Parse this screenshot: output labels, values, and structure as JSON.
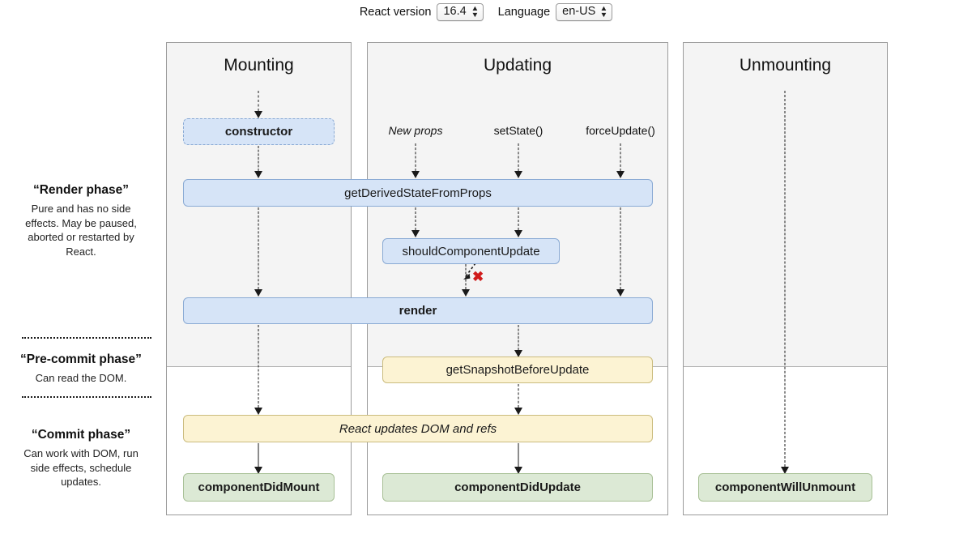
{
  "controls": {
    "version_label": "React version",
    "version_value": "16.4",
    "language_label": "Language",
    "language_value": "en-US"
  },
  "phases": [
    {
      "title": "“Render phase”",
      "desc": "Pure and has no side effects. May be paused, aborted or restarted by React."
    },
    {
      "title": "“Pre-commit phase”",
      "desc": "Can read the DOM."
    },
    {
      "title": "“Commit phase”",
      "desc": "Can work with DOM, run side effects, schedule updates."
    }
  ],
  "columns": [
    {
      "title": "Mounting"
    },
    {
      "title": "Updating"
    },
    {
      "title": "Unmounting"
    }
  ],
  "triggers": [
    {
      "label": "New props"
    },
    {
      "label": "setState()"
    },
    {
      "label": "forceUpdate()"
    }
  ],
  "nodes": {
    "constructor": "constructor",
    "get_derived_state": "getDerivedStateFromProps",
    "should_component_update": "shouldComponentUpdate",
    "render": "render",
    "get_snapshot": "getSnapshotBeforeUpdate",
    "react_updates": "React updates DOM and refs",
    "component_did_mount": "componentDidMount",
    "component_did_update": "componentDidUpdate",
    "component_will_unmount": "componentWillUnmount"
  },
  "markers": {
    "bail_out": "✖"
  },
  "colors": {
    "blue_fill": "#d6e4f7",
    "blue_border": "#8aaad4",
    "yellow_fill": "#fcf3d3",
    "yellow_border": "#cbbc7e",
    "green_fill": "#dce9d5",
    "green_border": "#a8c096",
    "column_gray": "#f4f4f4",
    "red_x": "#d01b1b"
  }
}
